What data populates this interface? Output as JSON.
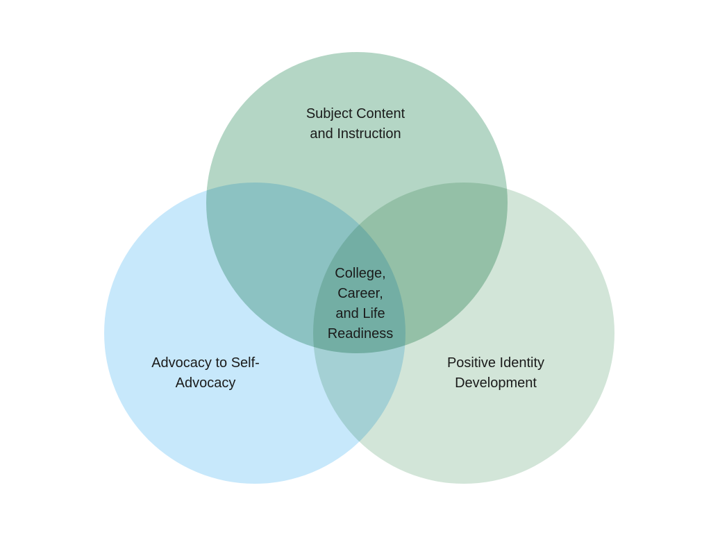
{
  "diagram": {
    "type": "venn",
    "background_color": "#ffffff",
    "label_color": "#1a1a1a",
    "circles": [
      {
        "id": "subject-content",
        "label": "Subject Content\nand Instruction",
        "color": "#b4d6c5",
        "position": "top"
      },
      {
        "id": "advocacy-to-self-advocacy",
        "label": "Advocacy to Self-\nAdvocacy",
        "color": "#c7e8fb",
        "position": "bottom-left"
      },
      {
        "id": "positive-identity-development",
        "label": "Positive Identity\nDevelopment",
        "color": "#d2e5d8",
        "position": "bottom-right"
      }
    ],
    "center_label": "College,\nCareer,\nand Life\nReadiness",
    "overlap_center_color": "#79bfb4"
  }
}
